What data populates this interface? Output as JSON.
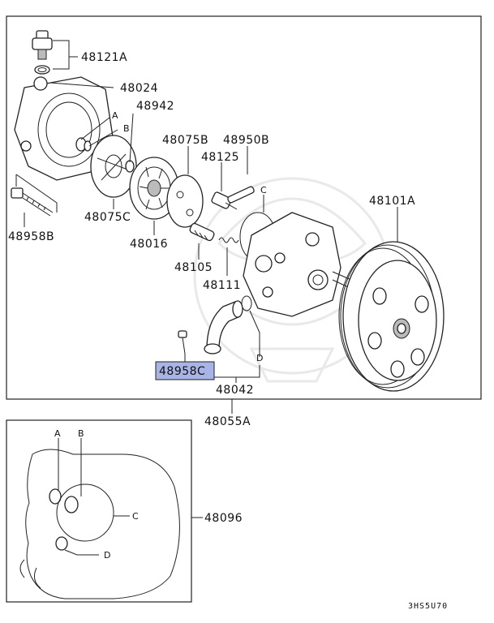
{
  "diagram": {
    "parts": {
      "p48121A": "48121A",
      "p48024": "48024",
      "p48942": "48942",
      "p48075B": "48075B",
      "p48950B": "48950B",
      "p48125": "48125",
      "p48101A": "48101A",
      "p48958B": "48958B",
      "p48075C": "48075C",
      "p48016": "48016",
      "p48105": "48105",
      "p48111": "48111",
      "p48958C": "48958C",
      "p48042": "48042",
      "p48055A": "48055A",
      "p48096": "48096"
    },
    "callouts": {
      "a": "A",
      "b": "B",
      "c": "C",
      "d": "D"
    },
    "highlight_color": "#a9b4e6",
    "code": "3HS5U70"
  }
}
